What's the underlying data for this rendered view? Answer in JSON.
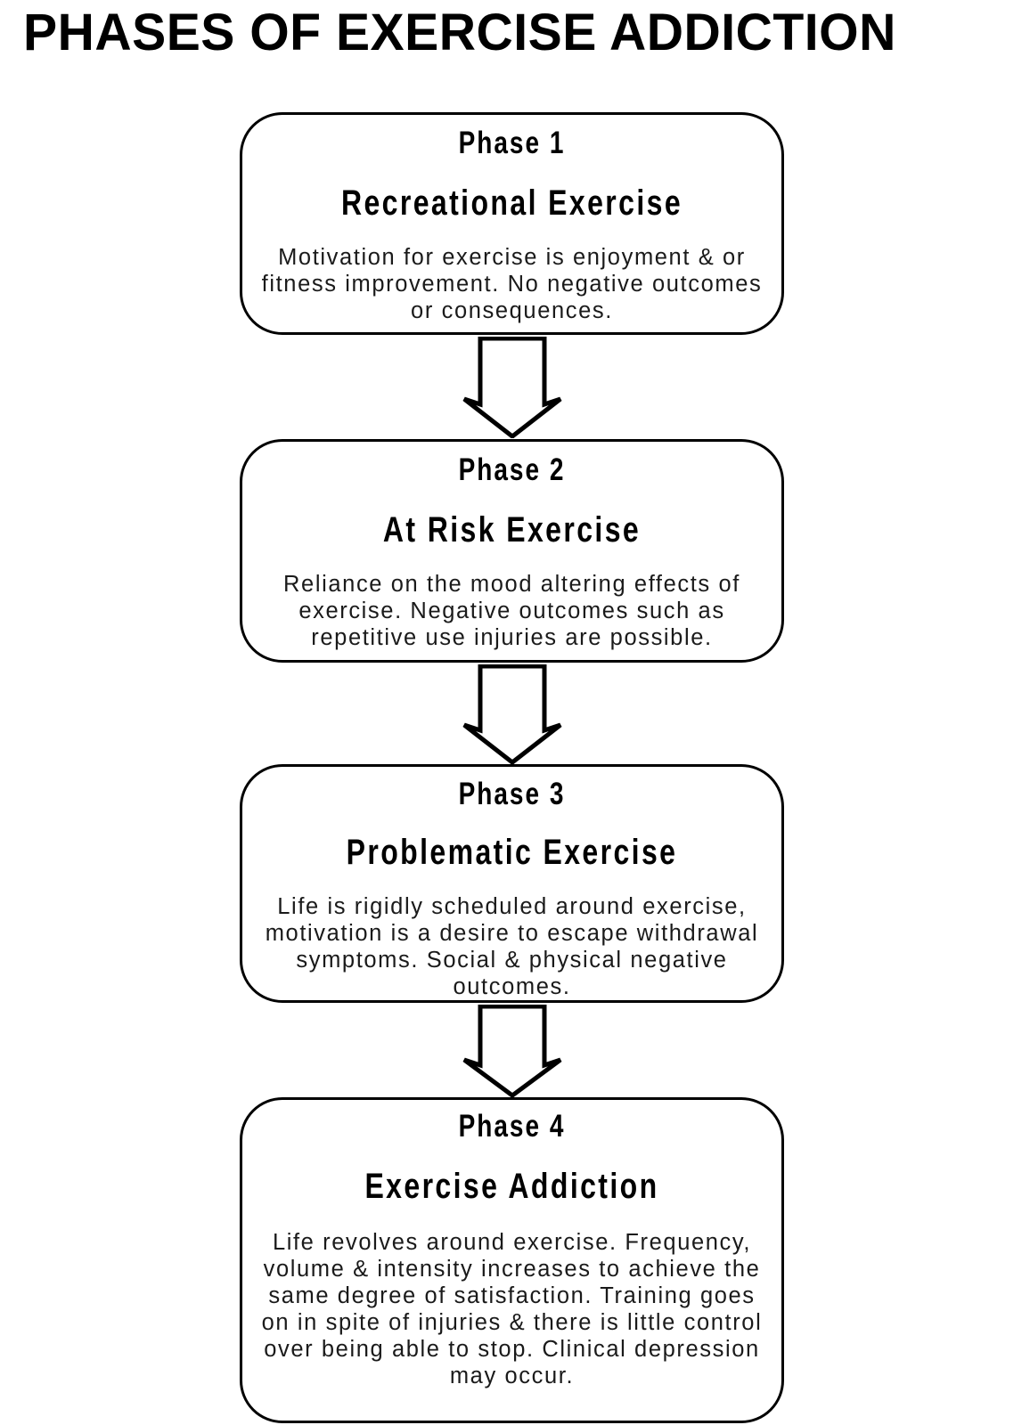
{
  "page": {
    "title": "PHASES OF EXERCISE ADDICTION",
    "background_color": "#ffffff",
    "line_color": "#000000",
    "text_color": "#000000"
  },
  "flowchart": {
    "type": "vertical-flowchart",
    "connector": "down-block-arrow",
    "connector_count": 3,
    "phases": [
      {
        "number_label": "Phase 1",
        "name": "Recreational Exercise",
        "description": "Motivation for exercise is enjoyment & or fitness improvement. No negative outcomes or consequences."
      },
      {
        "number_label": "Phase 2",
        "name": "At Risk Exercise",
        "description": "Reliance on the mood altering effects of exercise. Negative outcomes such as repetitive use injuries are possible."
      },
      {
        "number_label": "Phase 3",
        "name": "Problematic Exercise",
        "description": "Life is rigidly scheduled around exercise, motivation is a desire to escape withdrawal symptoms. Social & physical negative outcomes."
      },
      {
        "number_label": "Phase 4",
        "name": "Exercise Addiction",
        "description": "Life revolves around exercise. Frequency, volume & intensity increases to achieve the same degree of satisfaction. Training goes on in spite of injuries & there is little control over being able to stop. Clinical depression may occur."
      }
    ]
  }
}
